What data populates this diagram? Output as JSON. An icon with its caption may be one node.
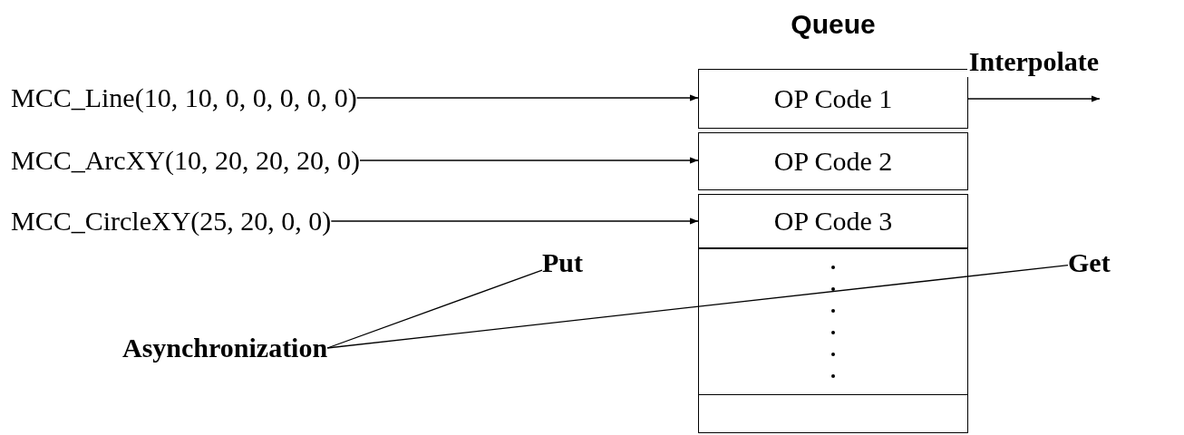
{
  "diagram": {
    "nodes": [
      {
        "text": [
          "Queue"
        ]
      },
      {
        "text": [
          "MCC_Line(10, 10, 0, 0, 0, 0, 0)"
        ]
      },
      {
        "text": [
          "MCC_ArcXY(10, 20, 20, 20, 0)"
        ]
      },
      {
        "text": [
          "MCC_CircleXY(25, 20, 0, 0)"
        ]
      },
      {
        "text": [
          "OP Code 1"
        ],
        "in": 0
      },
      {
        "text": [
          "OP Code 2"
        ],
        "in": 0
      },
      {
        "text": [
          "OP Code 3"
        ],
        "in": 0
      },
      {
        "text": [],
        "shape": "box",
        "in": 0
      },
      {
        "text": [],
        "shape": "box",
        "in": 0
      },
      {
        "text": [
          "Put"
        ]
      },
      {
        "text": [
          "Get"
        ]
      },
      {
        "text": [
          "Asynchronization"
        ]
      }
    ],
    "edges": [
      {
        "from": 1,
        "to": 4,
        "arrow": "to"
      },
      {
        "from": 2,
        "to": 5,
        "arrow": "to"
      },
      {
        "from": 3,
        "to": 6,
        "arrow": "to"
      },
      {
        "from": 4,
        "to": null,
        "arrow": "to",
        "label": "Interpolate"
      },
      {
        "from": 11,
        "to": 9,
        "arrow": "none"
      },
      {
        "from": 11,
        "to": 10,
        "arrow": "none"
      }
    ]
  }
}
